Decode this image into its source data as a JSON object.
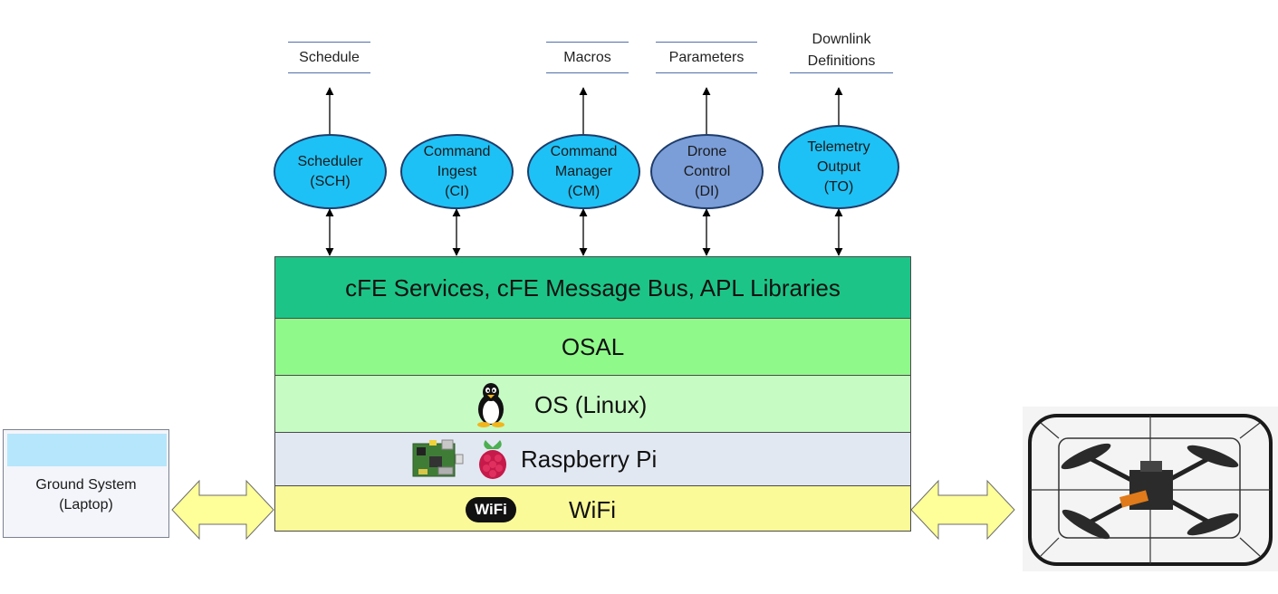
{
  "documents": [
    {
      "id": "schedule",
      "label": "Schedule"
    },
    {
      "id": "macros",
      "label": "Macros"
    },
    {
      "id": "parameters",
      "label": "Parameters"
    },
    {
      "id": "downlink",
      "label_line1": "Downlink",
      "label_line2": "Definitions"
    }
  ],
  "apps": [
    {
      "id": "sch",
      "line1": "Scheduler",
      "line2": "(SCH)",
      "line3": "",
      "color": "#1ec1f5"
    },
    {
      "id": "ci",
      "line1": "Command",
      "line2": "Ingest",
      "line3": "(CI)",
      "color": "#1ec1f5"
    },
    {
      "id": "cm",
      "line1": "Command",
      "line2": "Manager",
      "line3": "(CM)",
      "color": "#1ec1f5"
    },
    {
      "id": "dc",
      "line1": "Drone",
      "line2": "Control",
      "line3": "(DI)",
      "color": "#7b9ed9"
    },
    {
      "id": "to",
      "line1": "Telemetry",
      "line2": "Output",
      "line3": "(TO)",
      "color": "#1ec1f5"
    }
  ],
  "layers": {
    "cfe": {
      "label": "cFE Services, cFE Message Bus, APL Libraries",
      "color": "#1cc587"
    },
    "osal": {
      "label": "OSAL",
      "color": "#8ff98a"
    },
    "os": {
      "label": "OS (Linux)",
      "color": "#c7fbc4",
      "icon": "tux-penguin-icon"
    },
    "rpi": {
      "label": "Raspberry Pi",
      "color": "#e2e8f2",
      "icon": "raspberry-pi-board-icon"
    },
    "wifi": {
      "label": "WiFi",
      "color": "#fafa98",
      "icon": "wifi-logo-icon",
      "logo_text": "WiFi"
    }
  },
  "ground_system": {
    "line1": "Ground System",
    "line2": "(Laptop)"
  },
  "drone": {
    "icon": "quadcopter-drone-image"
  },
  "colors": {
    "arrow_fill": "#ffff99",
    "arrow_stroke": "#6b6b6b",
    "ellipse_stroke": "#1f3d6b"
  }
}
